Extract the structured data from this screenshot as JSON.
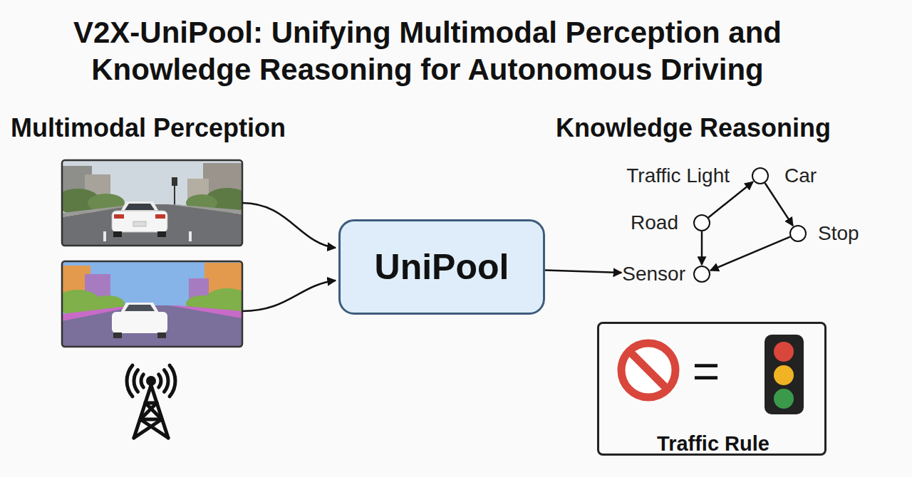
{
  "diagram": {
    "title": "V2X-UniPool: Unifying Multimodal Perception and Knowledge Reasoning for Autonomous Driving",
    "nodes": [
      {
        "text": [
          "UniPool"
        ]
      },
      {
        "text": [
          "Traffic Light",
          "Car"
        ]
      },
      {
        "text": [
          "Road"
        ]
      },
      {
        "text": [
          "Stop"
        ]
      },
      {
        "text": [
          "Sensor"
        ]
      },
      {
        "text": [
          "=",
          "Traffic Rule"
        ]
      }
    ],
    "edges": [
      {
        "from": 0,
        "to": 4,
        "arrow": "to"
      },
      {
        "from": 2,
        "to": 1,
        "arrow": "to"
      },
      {
        "from": 1,
        "to": 3,
        "arrow": "to"
      },
      {
        "from": 2,
        "to": 4,
        "arrow": "to"
      },
      {
        "from": 3,
        "to": 4,
        "arrow": "to"
      }
    ],
    "labels": [
      "Multimodal Perception",
      "Knowledge Reasoning"
    ]
  }
}
